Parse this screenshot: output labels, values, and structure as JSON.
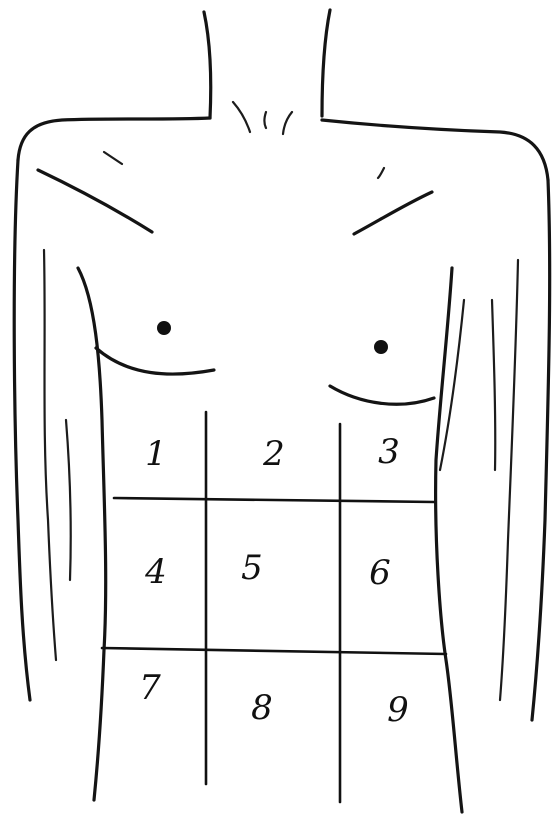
{
  "regions": [
    {
      "label": "1"
    },
    {
      "label": "2"
    },
    {
      "label": "3"
    },
    {
      "label": "4"
    },
    {
      "label": "5"
    },
    {
      "label": "6"
    },
    {
      "label": "7"
    },
    {
      "label": "8"
    },
    {
      "label": "9"
    }
  ],
  "colors": {
    "ink": "#141414",
    "paper": "#ffffff"
  }
}
